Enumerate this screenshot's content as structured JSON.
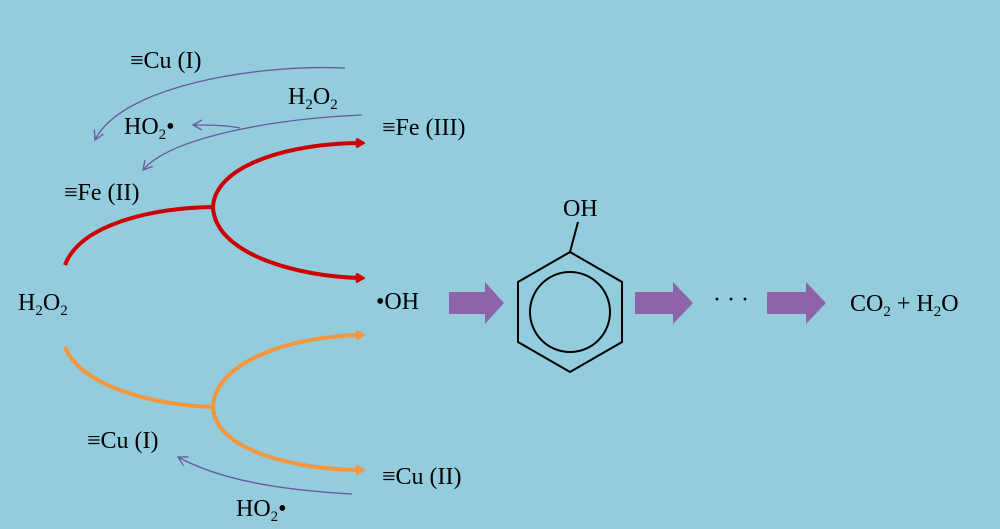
{
  "colors": {
    "background": "#92ccdd",
    "fe_path": "#cc0000",
    "cu_path": "#f5963c",
    "side_reaction": "#6a5a9a",
    "block_arrow": "#8e64a8"
  },
  "labels": {
    "cu1_top": "≡Cu (I)",
    "h2o2_top": {
      "a": "H",
      "s1": "2",
      "b": "O",
      "s2": "2"
    },
    "ho2_top": {
      "a": "HO",
      "s": "2",
      "b": "•"
    },
    "fe3": "≡Fe (III)",
    "fe2": "≡Fe (II)",
    "h2o2_left": {
      "a": "H",
      "s1": "2",
      "b": "O",
      "s2": "2"
    },
    "oh_radical": "•OH",
    "phenol_oh": "OH",
    "ellipsis": "· · ·",
    "products": {
      "a": "CO",
      "s1": "2",
      "b": " + H",
      "s2": "2",
      "c": "O"
    },
    "cu1_bottom": "≡Cu (I)",
    "cu2": "≡Cu (II)",
    "ho2_bottom": {
      "a": "HO",
      "s": "2",
      "b": "•"
    }
  }
}
